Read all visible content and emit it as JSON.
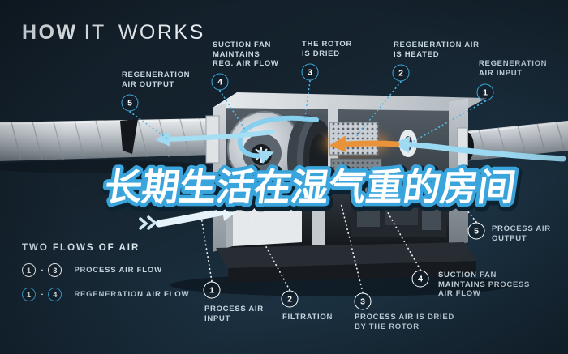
{
  "title": {
    "bold": "HOW",
    "light": "IT WORKS"
  },
  "headline": {
    "text": "长期生活在湿气重的房间"
  },
  "colors": {
    "background": "#16242f",
    "accent_cyan": "#3fa9dc",
    "process_white": "#ffffff",
    "heater_orange": "#e8923a",
    "label_text": "#c7d8e2"
  },
  "callouts": {
    "reg_output": {
      "num": "5",
      "label": "REGENERATION\nAIR OUTPUT"
    },
    "reg_suction_fan": {
      "num": "4",
      "label": "SUCTION FAN\nMAINTAINS\nREG. AIR FLOW"
    },
    "rotor_dried": {
      "num": "3",
      "label": "THE ROTOR\nIS DRIED"
    },
    "reg_heated": {
      "num": "2",
      "label": "REGENERATION AIR\nIS HEATED"
    },
    "reg_input": {
      "num": "1",
      "label": "REGENERATION\nAIR INPUT"
    },
    "process_input": {
      "num": "1",
      "label": "PROCESS AIR\nINPUT"
    },
    "filtration": {
      "num": "2",
      "label": "FILTRATION"
    },
    "process_dried": {
      "num": "3",
      "label": "PROCESS AIR IS DRIED\nBY THE ROTOR"
    },
    "process_suction_fan": {
      "num": "4",
      "label": "SUCTION FAN\nMAINTAINS PROCESS\nAIR FLOW"
    },
    "process_output": {
      "num": "5",
      "label": "PROCESS AIR\nOUTPUT"
    }
  },
  "legend": {
    "title": "TWO FLOWS OF AIR",
    "rows": [
      {
        "from": "1",
        "dash": "-",
        "to": "3",
        "label": "PROCESS AIR FLOW"
      },
      {
        "from": "1",
        "dash": "-",
        "to": "4",
        "label": "REGENERATION AIR FLOW"
      }
    ]
  }
}
